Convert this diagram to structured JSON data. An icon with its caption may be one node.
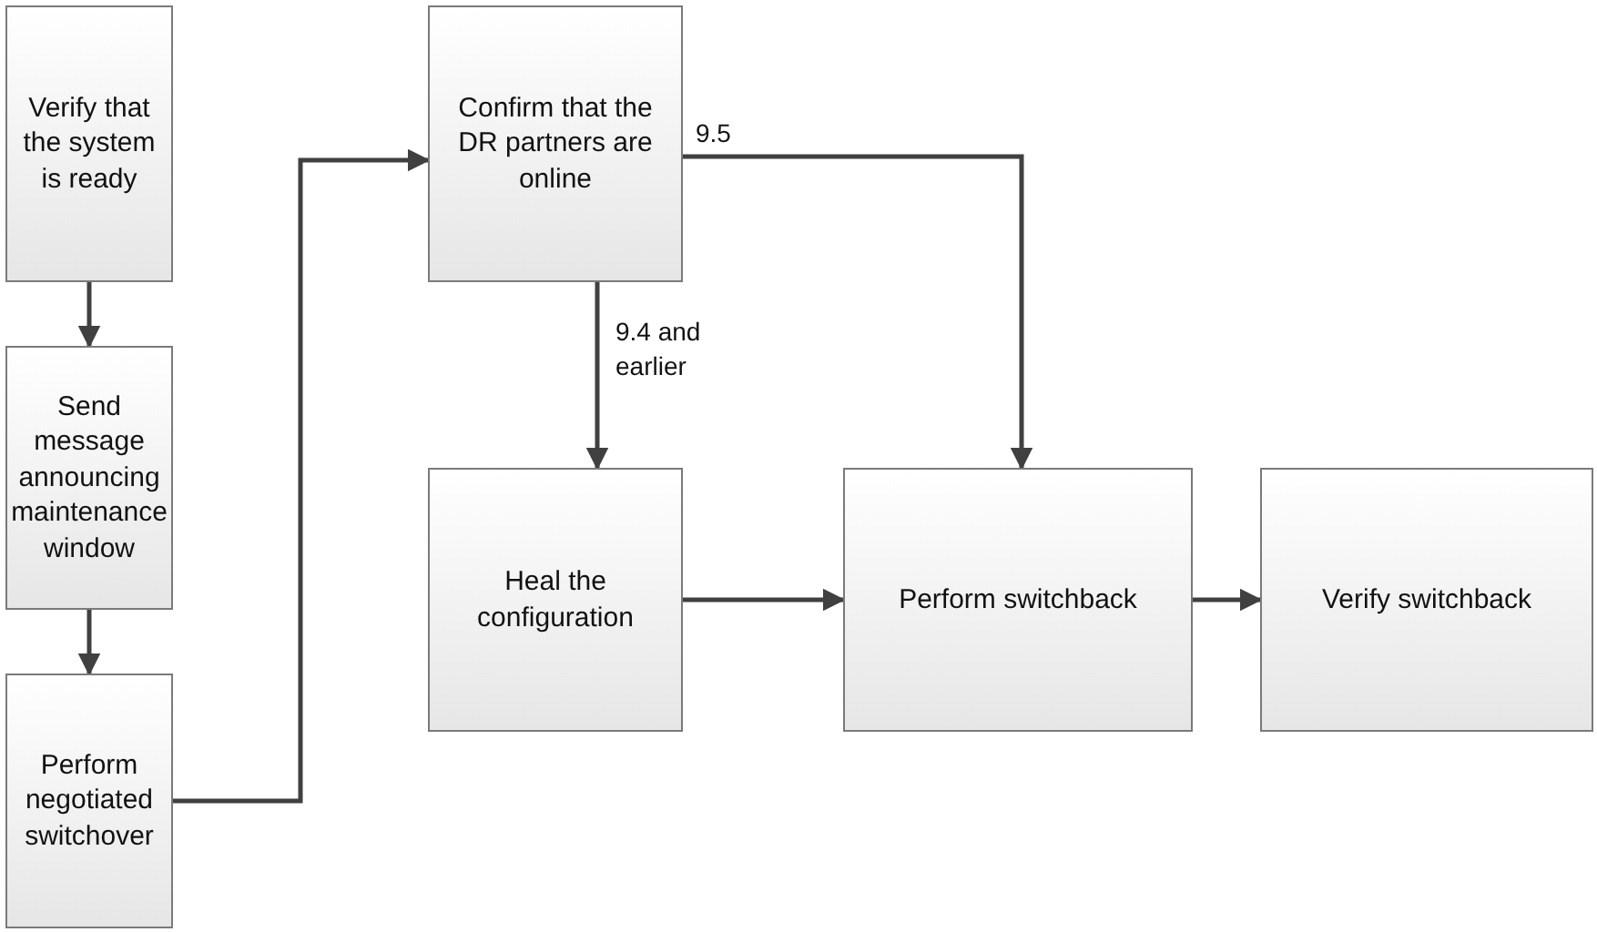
{
  "diagram": {
    "nodes": [
      {
        "text": [
          "Verify that the system is ready"
        ]
      },
      {
        "text": [
          "Send message announcing maintenance window"
        ]
      },
      {
        "text": [
          "Perform negotiated switchover"
        ]
      },
      {
        "text": [
          "Confirm that the DR partners are online"
        ]
      },
      {
        "text": [
          "Heal the configuration"
        ]
      },
      {
        "text": [
          "Perform switchback"
        ]
      },
      {
        "text": [
          "Verify switchback"
        ]
      }
    ],
    "edges": [
      {
        "from": 0,
        "to": 1,
        "arrow": "to"
      },
      {
        "from": 1,
        "to": 2,
        "arrow": "to"
      },
      {
        "from": 2,
        "to": 3,
        "arrow": "to"
      },
      {
        "from": 3,
        "to": 4,
        "arrow": "to",
        "label": "9.4 and earlier"
      },
      {
        "from": 3,
        "to": 5,
        "arrow": "to",
        "label": "9.5"
      },
      {
        "from": 4,
        "to": 5,
        "arrow": "to"
      },
      {
        "from": 5,
        "to": 6,
        "arrow": "to"
      }
    ]
  }
}
